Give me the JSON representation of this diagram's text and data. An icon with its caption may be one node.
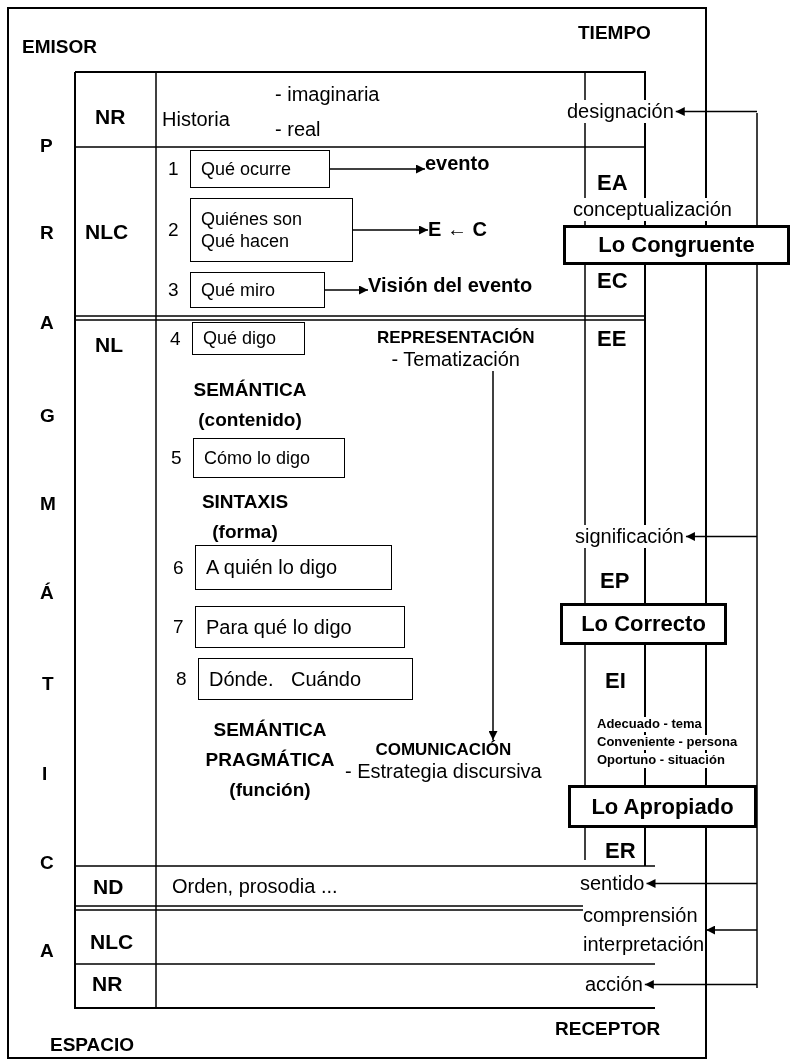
{
  "diagram": {
    "nodes": [
      {
        "text": [
          "Qué ocurre"
        ],
        "beside": [
          "1"
        ]
      },
      {
        "text": [
          "evento"
        ]
      },
      {
        "text": [
          "Quiénes son",
          "Qué hacen"
        ],
        "beside": [
          "2"
        ]
      },
      {
        "text": [
          "E ← C"
        ]
      },
      {
        "text": [
          "Qué miro"
        ],
        "beside": [
          "3"
        ]
      },
      {
        "text": [
          "Visión del evento"
        ]
      },
      {
        "text": [
          "Qué digo"
        ],
        "beside": [
          "4"
        ]
      },
      {
        "text": [
          "Cómo lo digo"
        ],
        "beside": [
          "5"
        ]
      },
      {
        "text": [
          "A quién lo digo"
        ],
        "beside": [
          "6"
        ]
      },
      {
        "text": [
          "Para qué lo digo"
        ],
        "beside": [
          "7"
        ]
      },
      {
        "text": [
          "Dónde. Cuándo"
        ],
        "beside": [
          "8"
        ]
      },
      {
        "text": [
          "REPRESENTACIÓN",
          "- Tematización"
        ]
      },
      {
        "text": [
          "COMUNICACIÓN",
          "- Estrategia discursiva"
        ]
      },
      {
        "text": [
          "designación"
        ]
      },
      {
        "text": [
          "Lo Congruente"
        ]
      },
      {
        "text": [
          "significación"
        ]
      },
      {
        "text": [
          "Lo Correcto"
        ]
      },
      {
        "text": [
          "Lo Apropiado"
        ]
      },
      {
        "text": [
          "sentido"
        ]
      },
      {
        "text": [
          "comprensión interpretación"
        ]
      },
      {
        "text": [
          "acción"
        ]
      },
      {
        "text": [
          "conceptualización"
        ]
      }
    ],
    "edges": [
      {
        "from": 0,
        "to": 1,
        "arrow": "to"
      },
      {
        "from": 2,
        "to": 3,
        "arrow": "to"
      },
      {
        "from": 4,
        "to": 5,
        "arrow": "to"
      },
      {
        "from": 11,
        "to": 12,
        "arrow": "to"
      },
      {
        "from": null,
        "to": 13,
        "arrow": "to"
      },
      {
        "from": null,
        "to": 15,
        "arrow": "to"
      },
      {
        "from": null,
        "to": 18,
        "arrow": "to"
      },
      {
        "from": null,
        "to": 19,
        "arrow": "to"
      },
      {
        "from": null,
        "to": 20,
        "arrow": "to"
      }
    ],
    "labels": [
      "EMISOR",
      "TIEMPO",
      "P",
      "R",
      "A",
      "G",
      "M",
      "Á",
      "T",
      "I",
      "C",
      "A",
      "NR",
      "Historia",
      "- imaginaria",
      "- real",
      "NLC",
      "EA",
      "EC",
      "NL",
      "EE",
      "SEMÁNTICA (contenido)",
      "SINTAXIS (forma)",
      "EP",
      "EI",
      "SEMÁNTICA PRAGMÁTICA (función)",
      "Adecuado - tema",
      "Conveniente - persona",
      "Oportuno - situación",
      "ER",
      "ND",
      "Orden, prosodia ...",
      "NLC",
      "NR",
      "RECEPTOR",
      "ESPACIO"
    ]
  }
}
